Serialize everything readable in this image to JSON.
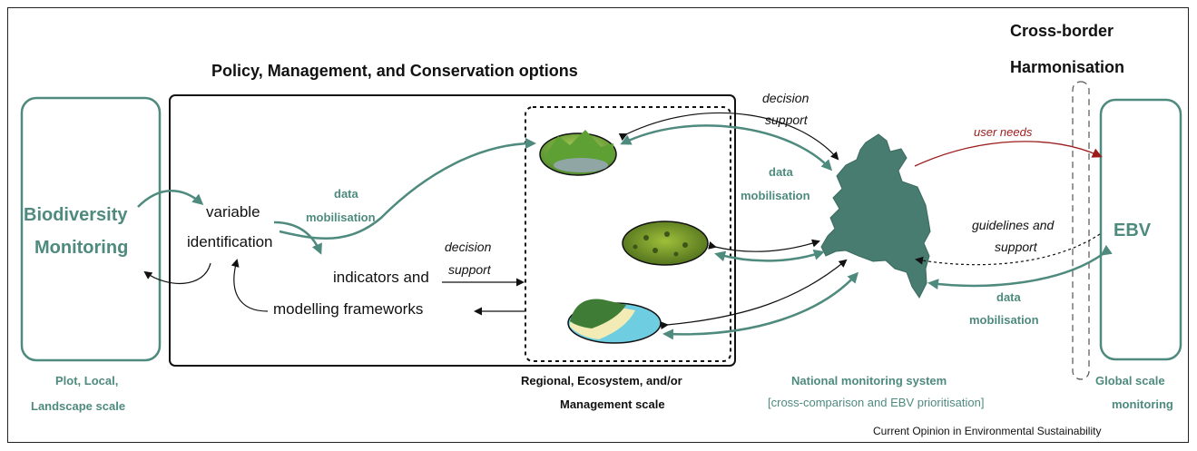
{
  "colors": {
    "teal": "#4e8a7d",
    "dark_red": "#9b1b1b",
    "black": "#111111"
  },
  "titles": {
    "policy_box": "Policy, Management, and Conservation options",
    "cross_border_line1": "Cross-border",
    "cross_border_line2": "Harmonisation"
  },
  "left_panel": {
    "label_line1": "Biodiversity",
    "label_line2": "Monitoring",
    "scale_line1": "Plot, Local,",
    "scale_line2": "Landscape scale"
  },
  "policy_inner": {
    "variable_line1": "variable",
    "variable_line2": "identification",
    "data_mob_line1": "data",
    "data_mob_line2": "mobilisation",
    "indicators_line1": "indicators and",
    "modelling": "modelling frameworks",
    "decision_line1": "decision",
    "decision_line2": "support"
  },
  "regional": {
    "scale_line1": "Regional, Ecosystem, and/or",
    "scale_line2": "Management scale",
    "icons": [
      "mountain-landscape-icon",
      "forest-canopy-icon",
      "coastline-icon"
    ]
  },
  "national": {
    "map_icon": "colombia-map-icon",
    "decision_line1": "decision",
    "decision_line2": "support",
    "data_mob_line1": "data",
    "data_mob_line2": "mobilisation",
    "label_line1": "National monitoring system",
    "label_line2": "[cross-comparison and EBV prioritisation]"
  },
  "global": {
    "ebv": "EBV",
    "user_needs": "user needs",
    "guidelines_line1": "guidelines and",
    "guidelines_line2": "support",
    "data_mob_line1": "data",
    "data_mob_line2": "mobilisation",
    "scale_line1": "Global scale",
    "scale_line2": "monitoring"
  },
  "footer": {
    "credit": "Current Opinion in Environmental Sustainability"
  }
}
